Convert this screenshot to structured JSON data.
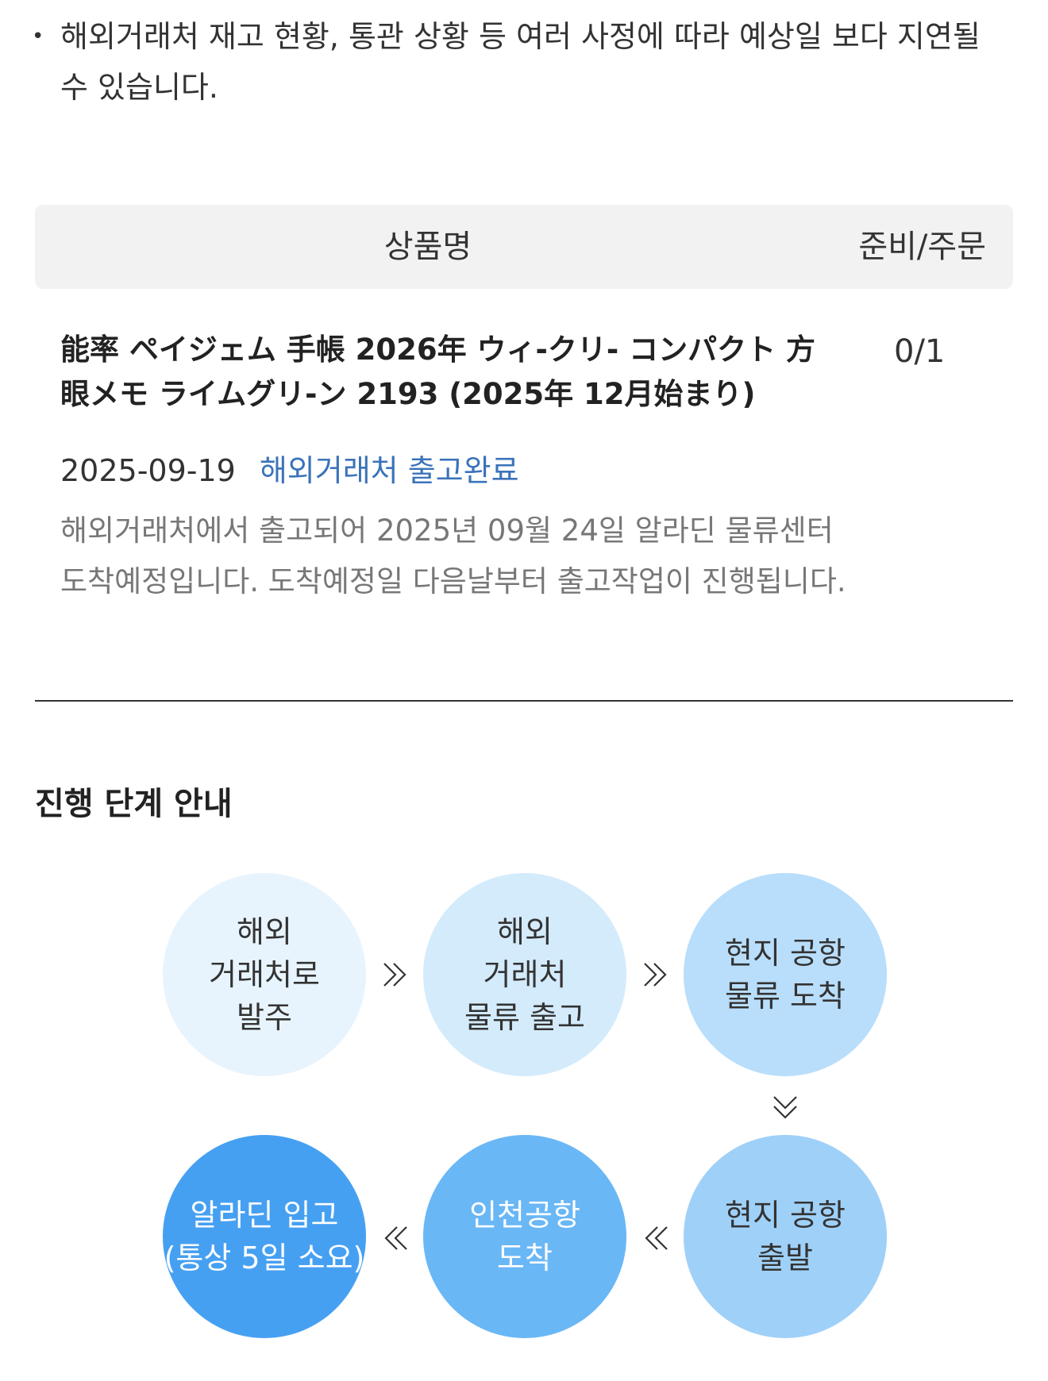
{
  "notice": {
    "bullet": "•",
    "text": "해외거래처 재고 현황, 통관 상황 등 여러 사정에 따라 예상일 보다 지연될 수 있습니다."
  },
  "table_header": {
    "name_label": "상품명",
    "qty_label": "준비/주문"
  },
  "product": {
    "title": "能率 ペイジェム 手帳 2026年 ウィ-クリ- コンパクト 方眼メモ ライムグリ-ン 2193 (2025年 12月始まり)",
    "qty": "0/1",
    "date": "2025-09-19",
    "status": "해외거래처 출고완료",
    "description": "해외거래처에서 출고되어 2025년 09월 24일 알라딘 물류센터 도착예정입니다. 도착예정일 다음날부터 출고작업이 진행됩니다."
  },
  "steps": {
    "title": "진행 단계 안내",
    "items": [
      "해외\n거래처로\n발주",
      "해외\n거래처\n물류 출고",
      "현지 공항\n물류 도착",
      "현지 공항\n출발",
      "인천공항\n도착",
      "알라딘 입고\n(통상 5일 소요)"
    ]
  },
  "colors": {
    "status_link": "#3b73b9",
    "step_1": "#e8f4fd",
    "step_2": "#d4ebfc",
    "step_3": "#b9defb",
    "step_4": "#9fd0f8",
    "step_5": "#6ab7f6",
    "step_6": "#46a0f2"
  },
  "icons": {
    "right": "double-chevron-right-icon",
    "down": "double-chevron-down-icon",
    "left": "double-chevron-left-icon"
  }
}
